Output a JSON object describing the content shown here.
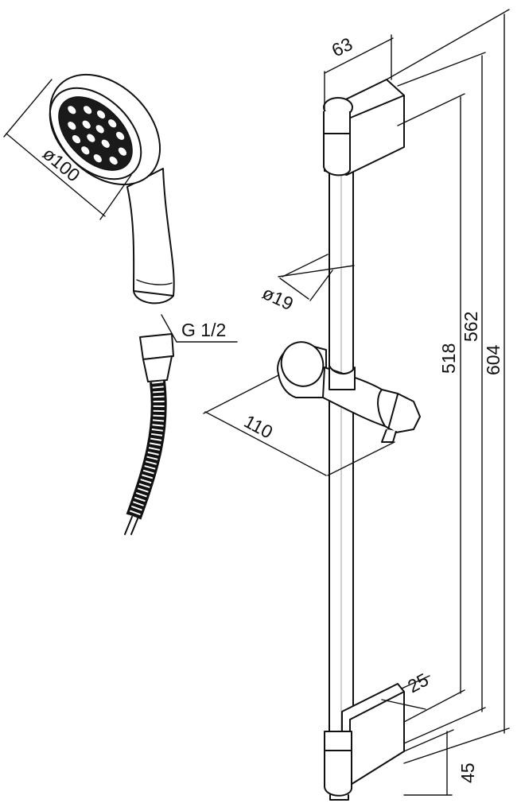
{
  "labels": {
    "head_diameter": "ø100",
    "connection_thread": "G 1/2",
    "bar_diameter": "ø19",
    "holder_length": "110",
    "bracket_width": "63",
    "inner_length": "518",
    "mid_length": "562",
    "total_length": "604",
    "bracket_depth": "25",
    "bracket_height": "45"
  },
  "colors": {
    "line": "#111111",
    "background": "#ffffff"
  }
}
